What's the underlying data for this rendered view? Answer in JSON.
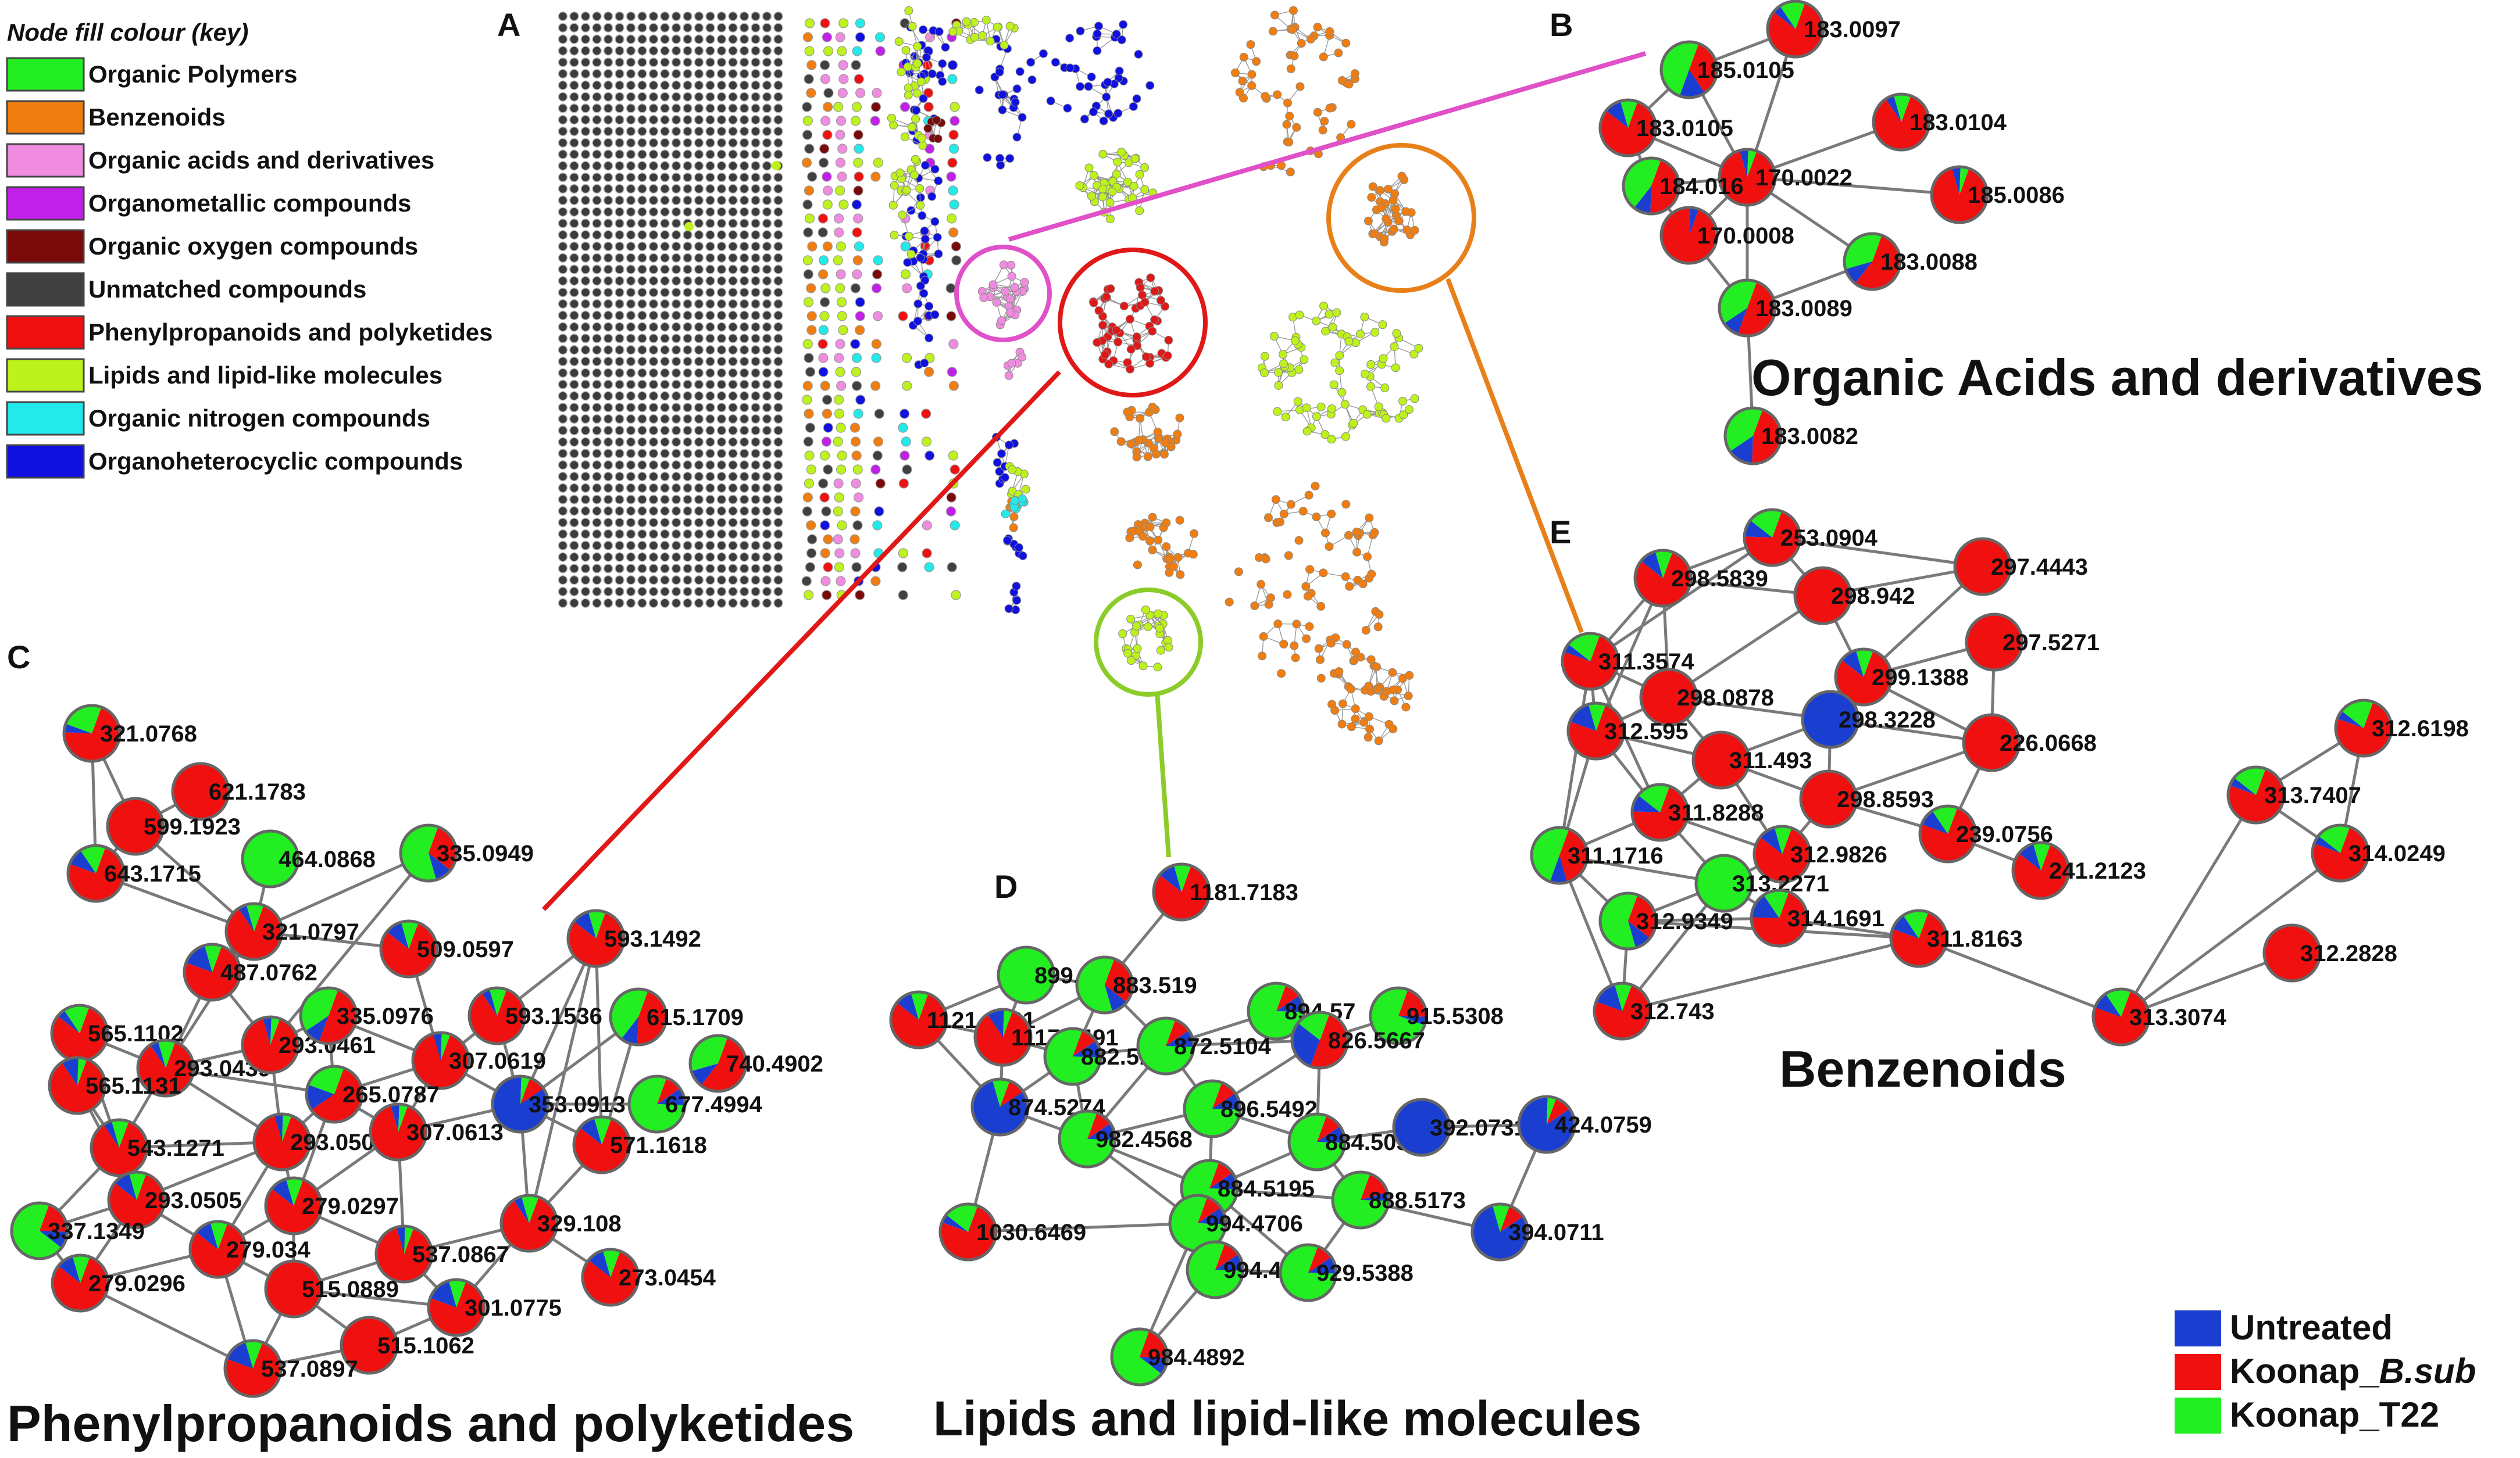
{
  "key": {
    "title": "Node fill colour (key)",
    "items": [
      {
        "label": "Organic Polymers",
        "color": "#22ee22"
      },
      {
        "label": "Benzenoids",
        "color": "#f07d10"
      },
      {
        "label": "Organic acids and derivatives",
        "color": "#f08ce0"
      },
      {
        "label": "Organometallic compounds",
        "color": "#c020e8"
      },
      {
        "label": "Organic oxygen compounds",
        "color": "#7a0a0a"
      },
      {
        "label": "Unmatched compounds",
        "color": "#404040"
      },
      {
        "label": "Phenylpropanoids and polyketides",
        "color": "#f01010"
      },
      {
        "label": "Lipids and lipid-like molecules",
        "color": "#bdf21c"
      },
      {
        "label": "Organic nitrogen compounds",
        "color": "#22eaea"
      },
      {
        "label": "Organoheterocyclic compounds",
        "color": "#1010e0"
      }
    ]
  },
  "treatments": [
    {
      "label": "Untreated",
      "color": "#1a3fd0"
    },
    {
      "label": "Koonap_",
      "italic": "B.sub",
      "color": "#f01010"
    },
    {
      "label": "Koonap_T22",
      "color": "#22ee22"
    }
  ],
  "colors": {
    "red": "#f01010",
    "green": "#22ee22",
    "blue": "#1a3fd0",
    "edge": "#7a7a7a",
    "pink": "#e050c8",
    "orange": "#e8801a",
    "crimson": "#e01818",
    "lime": "#8ccc2a"
  },
  "panels": {
    "A": {
      "letter": "A"
    },
    "B": {
      "letter": "B",
      "title": "Organic Acids and derivatives",
      "nodes": [
        {
          "id": "183.0097",
          "mix": [
            0.8,
            0.05,
            0.15
          ]
        },
        {
          "id": "185.0105",
          "mix": [
            0.35,
            0.15,
            0.5
          ]
        },
        {
          "id": "183.0104",
          "mix": [
            0.85,
            0.05,
            0.1
          ]
        },
        {
          "id": "183.0105",
          "mix": [
            0.8,
            0.1,
            0.1
          ]
        },
        {
          "id": "170.0022",
          "mix": [
            0.9,
            0.05,
            0.05
          ]
        },
        {
          "id": "184.016",
          "mix": [
            0.45,
            0.1,
            0.45
          ]
        },
        {
          "id": "185.0086",
          "mix": [
            0.9,
            0.05,
            0.05
          ]
        },
        {
          "id": "170.0008",
          "mix": [
            0.95,
            0.05,
            0.0
          ]
        },
        {
          "id": "183.0088",
          "mix": [
            0.55,
            0.1,
            0.35
          ]
        },
        {
          "id": "183.0089",
          "mix": [
            0.5,
            0.1,
            0.4
          ]
        },
        {
          "id": "183.0082",
          "mix": [
            0.45,
            0.15,
            0.4
          ]
        }
      ]
    },
    "C": {
      "letter": "C",
      "title": "Phenylpropanoids and polyketides",
      "nodes": [
        {
          "id": "321.0768",
          "mix": [
            0.7,
            0.05,
            0.25
          ]
        },
        {
          "id": "621.1783",
          "mix": [
            1.0,
            0.0,
            0.0
          ]
        },
        {
          "id": "599.1923",
          "mix": [
            1.0,
            0.0,
            0.0
          ]
        },
        {
          "id": "464.0868",
          "mix": [
            0.0,
            0.0,
            1.0
          ]
        },
        {
          "id": "335.0949",
          "mix": [
            0.3,
            0.1,
            0.6
          ]
        },
        {
          "id": "643.1715",
          "mix": [
            0.75,
            0.1,
            0.15
          ]
        },
        {
          "id": "321.0797",
          "mix": [
            0.85,
            0.05,
            0.1
          ]
        },
        {
          "id": "487.0762",
          "mix": [
            0.75,
            0.15,
            0.1
          ]
        },
        {
          "id": "509.0597",
          "mix": [
            0.8,
            0.1,
            0.1
          ]
        },
        {
          "id": "593.1492",
          "mix": [
            0.8,
            0.1,
            0.1
          ]
        },
        {
          "id": "565.1102",
          "mix": [
            0.8,
            0.05,
            0.15
          ]
        },
        {
          "id": "293.0439",
          "mix": [
            0.85,
            0.05,
            0.1
          ]
        },
        {
          "id": "293.0461",
          "mix": [
            0.9,
            0.05,
            0.05
          ]
        },
        {
          "id": "335.0976",
          "mix": [
            0.5,
            0.1,
            0.4
          ]
        },
        {
          "id": "593.1536",
          "mix": [
            0.85,
            0.05,
            0.1
          ]
        },
        {
          "id": "615.1709",
          "mix": [
            0.45,
            0.1,
            0.45
          ]
        },
        {
          "id": "740.4902",
          "mix": [
            0.55,
            0.1,
            0.35
          ]
        },
        {
          "id": "307.0619",
          "mix": [
            0.9,
            0.05,
            0.05
          ]
        },
        {
          "id": "565.1131",
          "mix": [
            0.85,
            0.1,
            0.05
          ]
        },
        {
          "id": "265.0787",
          "mix": [
            0.6,
            0.15,
            0.25
          ]
        },
        {
          "id": "353.0913",
          "mix": [
            0.1,
            0.85,
            0.05
          ]
        },
        {
          "id": "677.4994",
          "mix": [
            0.1,
            0.1,
            0.8
          ]
        },
        {
          "id": "543.1271",
          "mix": [
            0.85,
            0.05,
            0.1
          ]
        },
        {
          "id": "293.0506",
          "mix": [
            0.9,
            0.05,
            0.05
          ]
        },
        {
          "id": "307.0613",
          "mix": [
            0.9,
            0.05,
            0.05
          ]
        },
        {
          "id": "571.1618",
          "mix": [
            0.8,
            0.1,
            0.1
          ]
        },
        {
          "id": "293.0505",
          "mix": [
            0.8,
            0.1,
            0.1
          ]
        },
        {
          "id": "279.0297",
          "mix": [
            0.8,
            0.1,
            0.1
          ]
        },
        {
          "id": "337.1349",
          "mix": [
            0.2,
            0.1,
            0.7
          ]
        },
        {
          "id": "329.108",
          "mix": [
            0.85,
            0.05,
            0.1
          ]
        },
        {
          "id": "279.034",
          "mix": [
            0.8,
            0.1,
            0.1
          ]
        },
        {
          "id": "537.0867",
          "mix": [
            0.9,
            0.05,
            0.05
          ]
        },
        {
          "id": "279.0296",
          "mix": [
            0.8,
            0.1,
            0.1
          ]
        },
        {
          "id": "515.0889",
          "mix": [
            1.0,
            0.0,
            0.0
          ]
        },
        {
          "id": "301.0775",
          "mix": [
            0.75,
            0.15,
            0.1
          ]
        },
        {
          "id": "273.0454",
          "mix": [
            0.8,
            0.1,
            0.1
          ]
        },
        {
          "id": "515.1062",
          "mix": [
            1.0,
            0.0,
            0.0
          ]
        },
        {
          "id": "537.0897",
          "mix": [
            0.75,
            0.15,
            0.1
          ]
        }
      ]
    },
    "D": {
      "letter": "D",
      "title": "Lipids and lipid-like molecules",
      "nodes": [
        {
          "id": "1181.7183",
          "mix": [
            0.8,
            0.1,
            0.1
          ]
        },
        {
          "id": "899.5246",
          "mix": [
            0.0,
            0.0,
            1.0
          ]
        },
        {
          "id": "883.519",
          "mix": [
            0.3,
            0.1,
            0.6
          ]
        },
        {
          "id": "1121.6621",
          "mix": [
            0.8,
            0.1,
            0.1
          ]
        },
        {
          "id": "1117.6491",
          "mix": [
            0.85,
            0.1,
            0.05
          ]
        },
        {
          "id": "894.57",
          "mix": [
            0.1,
            0.1,
            0.8
          ]
        },
        {
          "id": "915.5308",
          "mix": [
            0.2,
            0.05,
            0.75
          ]
        },
        {
          "id": "882.5143",
          "mix": [
            0.1,
            0.1,
            0.8
          ]
        },
        {
          "id": "872.5104",
          "mix": [
            0.1,
            0.1,
            0.8
          ]
        },
        {
          "id": "826.5667",
          "mix": [
            0.5,
            0.3,
            0.2
          ]
        },
        {
          "id": "874.5274",
          "mix": [
            0.1,
            0.8,
            0.1
          ]
        },
        {
          "id": "896.5492",
          "mix": [
            0.1,
            0.1,
            0.8
          ]
        },
        {
          "id": "982.4568",
          "mix": [
            0.1,
            0.1,
            0.8
          ]
        },
        {
          "id": "884.5051",
          "mix": [
            0.1,
            0.1,
            0.8
          ]
        },
        {
          "id": "392.0731",
          "mix": [
            0.0,
            1.0,
            0.0
          ]
        },
        {
          "id": "424.0759",
          "mix": [
            0.1,
            0.85,
            0.05
          ]
        },
        {
          "id": "884.5195",
          "mix": [
            0.1,
            0.1,
            0.8
          ]
        },
        {
          "id": "888.5173",
          "mix": [
            0.15,
            0.05,
            0.8
          ]
        },
        {
          "id": "1030.6469",
          "mix": [
            0.75,
            0.05,
            0.2
          ]
        },
        {
          "id": "994.4706",
          "mix": [
            0.1,
            0.1,
            0.8
          ]
        },
        {
          "id": "394.0711",
          "mix": [
            0.1,
            0.8,
            0.1
          ]
        },
        {
          "id": "994.4524",
          "mix": [
            0.1,
            0.1,
            0.8
          ]
        },
        {
          "id": "929.5388",
          "mix": [
            0.1,
            0.1,
            0.8
          ]
        },
        {
          "id": "984.4892",
          "mix": [
            0.2,
            0.1,
            0.7
          ]
        }
      ]
    },
    "E": {
      "letter": "E",
      "title": "Benzenoids",
      "nodes": [
        {
          "id": "253.0904",
          "mix": [
            0.7,
            0.1,
            0.2
          ]
        },
        {
          "id": "297.4443",
          "mix": [
            1.0,
            0.0,
            0.0
          ]
        },
        {
          "id": "298.5839",
          "mix": [
            0.8,
            0.1,
            0.1
          ]
        },
        {
          "id": "298.942",
          "mix": [
            1.0,
            0.0,
            0.0
          ]
        },
        {
          "id": "297.5271",
          "mix": [
            1.0,
            0.0,
            0.0
          ]
        },
        {
          "id": "311.3574",
          "mix": [
            0.75,
            0.05,
            0.2
          ]
        },
        {
          "id": "299.1388",
          "mix": [
            0.8,
            0.1,
            0.1
          ]
        },
        {
          "id": "298.0878",
          "mix": [
            1.0,
            0.0,
            0.0
          ]
        },
        {
          "id": "298.3228",
          "mix": [
            0.0,
            1.0,
            0.0
          ]
        },
        {
          "id": "312.595",
          "mix": [
            0.75,
            0.15,
            0.1
          ]
        },
        {
          "id": "311.493",
          "mix": [
            1.0,
            0.0,
            0.0
          ]
        },
        {
          "id": "226.0668",
          "mix": [
            1.0,
            0.0,
            0.0
          ]
        },
        {
          "id": "298.8593",
          "mix": [
            1.0,
            0.0,
            0.0
          ]
        },
        {
          "id": "311.8288",
          "mix": [
            0.7,
            0.1,
            0.2
          ]
        },
        {
          "id": "239.0756",
          "mix": [
            0.75,
            0.1,
            0.15
          ]
        },
        {
          "id": "312.9826",
          "mix": [
            0.8,
            0.1,
            0.1
          ]
        },
        {
          "id": "241.2123",
          "mix": [
            0.8,
            0.1,
            0.1
          ]
        },
        {
          "id": "311.1716",
          "mix": [
            0.4,
            0.1,
            0.5
          ]
        },
        {
          "id": "313.2271",
          "mix": [
            0.0,
            0.0,
            1.0
          ]
        },
        {
          "id": "312.9349",
          "mix": [
            0.3,
            0.1,
            0.6
          ]
        },
        {
          "id": "314.1691",
          "mix": [
            0.7,
            0.15,
            0.15
          ]
        },
        {
          "id": "311.8163",
          "mix": [
            0.75,
            0.1,
            0.15
          ]
        },
        {
          "id": "312.743",
          "mix": [
            0.75,
            0.15,
            0.1
          ]
        },
        {
          "id": "312.6198",
          "mix": [
            0.75,
            0.05,
            0.2
          ]
        },
        {
          "id": "313.7407",
          "mix": [
            0.75,
            0.05,
            0.2
          ]
        },
        {
          "id": "314.0249",
          "mix": [
            0.75,
            0.05,
            0.2
          ]
        },
        {
          "id": "312.2828",
          "mix": [
            1.0,
            0.0,
            0.0
          ]
        },
        {
          "id": "313.3074",
          "mix": [
            0.75,
            0.1,
            0.15
          ]
        }
      ]
    }
  }
}
